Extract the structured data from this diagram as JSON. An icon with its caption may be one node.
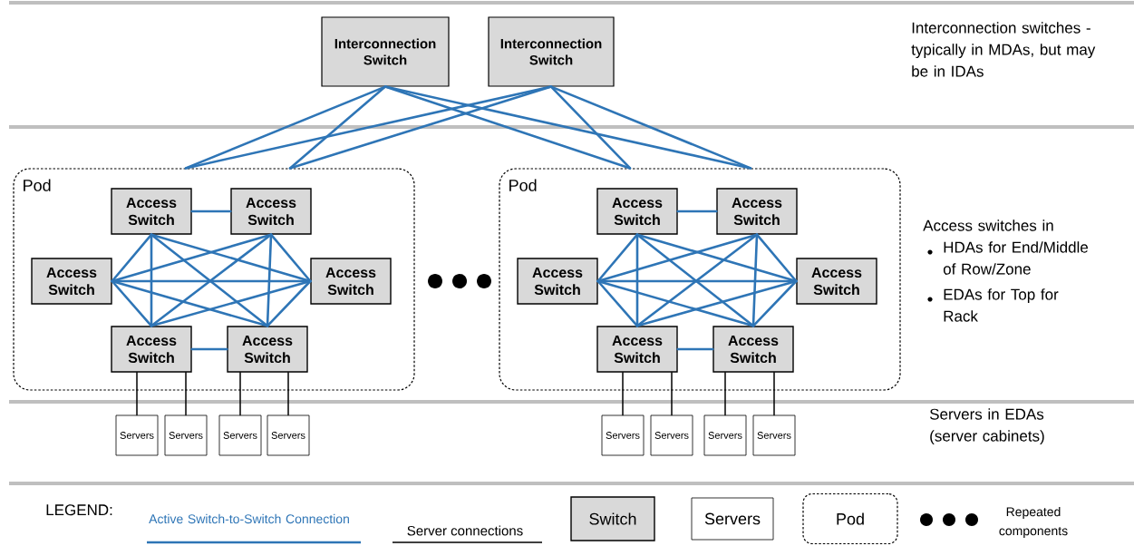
{
  "diagram": {
    "nodes": [
      {
        "text": [
          "Interconnection Switch"
        ]
      },
      {
        "text": [
          "Interconnection Switch"
        ]
      },
      {
        "text": [
          "Pod"
        ]
      },
      {
        "text": [
          "Access Switch"
        ],
        "in": 2
      },
      {
        "text": [
          "Access Switch"
        ],
        "in": 2
      },
      {
        "text": [
          "Access Switch"
        ],
        "in": 2
      },
      {
        "text": [
          "Access Switch"
        ],
        "in": 2
      },
      {
        "text": [
          "Access Switch"
        ],
        "in": 2
      },
      {
        "text": [
          "Access Switch"
        ],
        "in": 2
      },
      {
        "text": [
          "Pod"
        ]
      },
      {
        "text": [
          "Access Switch"
        ],
        "in": 9
      },
      {
        "text": [
          "Access Switch"
        ],
        "in": 9
      },
      {
        "text": [
          "Access Switch"
        ],
        "in": 9
      },
      {
        "text": [
          "Access Switch"
        ],
        "in": 9
      },
      {
        "text": [
          "Access Switch"
        ],
        "in": 9
      },
      {
        "text": [
          "Access Switch"
        ],
        "in": 9
      },
      {
        "text": [
          "Servers"
        ]
      },
      {
        "text": [
          "Servers"
        ]
      },
      {
        "text": [
          "Servers"
        ]
      },
      {
        "text": [
          "Servers"
        ]
      },
      {
        "text": [
          "Servers"
        ]
      },
      {
        "text": [
          "Servers"
        ]
      },
      {
        "text": [
          "Servers"
        ]
      },
      {
        "text": [
          "Servers"
        ]
      }
    ],
    "edges": [
      {
        "from": 0,
        "to": 2,
        "arrow": "none"
      },
      {
        "from": 0,
        "to": 2,
        "arrow": "none"
      },
      {
        "from": 0,
        "to": 9,
        "arrow": "none"
      },
      {
        "from": 0,
        "to": 9,
        "arrow": "none"
      },
      {
        "from": 1,
        "to": 2,
        "arrow": "none"
      },
      {
        "from": 1,
        "to": 2,
        "arrow": "none"
      },
      {
        "from": 1,
        "to": 9,
        "arrow": "none"
      },
      {
        "from": 1,
        "to": 9,
        "arrow": "none"
      },
      {
        "from": 3,
        "to": 4,
        "arrow": "none"
      },
      {
        "from": 3,
        "to": 5,
        "arrow": "none"
      },
      {
        "from": 3,
        "to": 6,
        "arrow": "none"
      },
      {
        "from": 3,
        "to": 7,
        "arrow": "none"
      },
      {
        "from": 3,
        "to": 8,
        "arrow": "none"
      },
      {
        "from": 4,
        "to": 5,
        "arrow": "none"
      },
      {
        "from": 4,
        "to": 6,
        "arrow": "none"
      },
      {
        "from": 4,
        "to": 7,
        "arrow": "none"
      },
      {
        "from": 4,
        "to": 8,
        "arrow": "none"
      },
      {
        "from": 5,
        "to": 6,
        "arrow": "none"
      },
      {
        "from": 5,
        "to": 7,
        "arrow": "none"
      },
      {
        "from": 5,
        "to": 8,
        "arrow": "none"
      },
      {
        "from": 6,
        "to": 7,
        "arrow": "none"
      },
      {
        "from": 6,
        "to": 8,
        "arrow": "none"
      },
      {
        "from": 7,
        "to": 8,
        "arrow": "none"
      },
      {
        "from": 10,
        "to": 11,
        "arrow": "none"
      },
      {
        "from": 10,
        "to": 12,
        "arrow": "none"
      },
      {
        "from": 10,
        "to": 13,
        "arrow": "none"
      },
      {
        "from": 10,
        "to": 14,
        "arrow": "none"
      },
      {
        "from": 10,
        "to": 15,
        "arrow": "none"
      },
      {
        "from": 11,
        "to": 12,
        "arrow": "none"
      },
      {
        "from": 11,
        "to": 13,
        "arrow": "none"
      },
      {
        "from": 11,
        "to": 14,
        "arrow": "none"
      },
      {
        "from": 11,
        "to": 15,
        "arrow": "none"
      },
      {
        "from": 12,
        "to": 13,
        "arrow": "none"
      },
      {
        "from": 12,
        "to": 14,
        "arrow": "none"
      },
      {
        "from": 12,
        "to": 15,
        "arrow": "none"
      },
      {
        "from": 13,
        "to": 14,
        "arrow": "none"
      },
      {
        "from": 13,
        "to": 15,
        "arrow": "none"
      },
      {
        "from": 14,
        "to": 15,
        "arrow": "none"
      },
      {
        "from": 7,
        "to": 16,
        "arrow": "none",
        "color": "#000000"
      },
      {
        "from": 7,
        "to": 17,
        "arrow": "none",
        "color": "#000000"
      },
      {
        "from": 8,
        "to": 18,
        "arrow": "none",
        "color": "#000000"
      },
      {
        "from": 8,
        "to": 19,
        "arrow": "none",
        "color": "#000000"
      },
      {
        "from": 14,
        "to": 20,
        "arrow": "none",
        "color": "#000000"
      },
      {
        "from": 14,
        "to": 21,
        "arrow": "none",
        "color": "#000000"
      },
      {
        "from": 15,
        "to": 22,
        "arrow": "none",
        "color": "#000000"
      },
      {
        "from": 15,
        "to": 23,
        "arrow": "none",
        "color": "#000000"
      }
    ],
    "labels": [
      "Interconnection switches - typically in MDAs, but may be in IDAs",
      "Access switches in",
      "HDAs for End/Middle of Row/Zone",
      "EDAs for Top for Rack",
      "Servers in EDAs (server cabinets)",
      "LEGEND:"
    ],
    "legend": [
      {
        "text": "Active Switch-to-Switch Connection"
      },
      {
        "text": "Server connections"
      },
      {
        "text": "Switch"
      },
      {
        "text": "Servers"
      },
      {
        "text": "Pod"
      },
      {
        "text": "Repeated components"
      }
    ]
  }
}
